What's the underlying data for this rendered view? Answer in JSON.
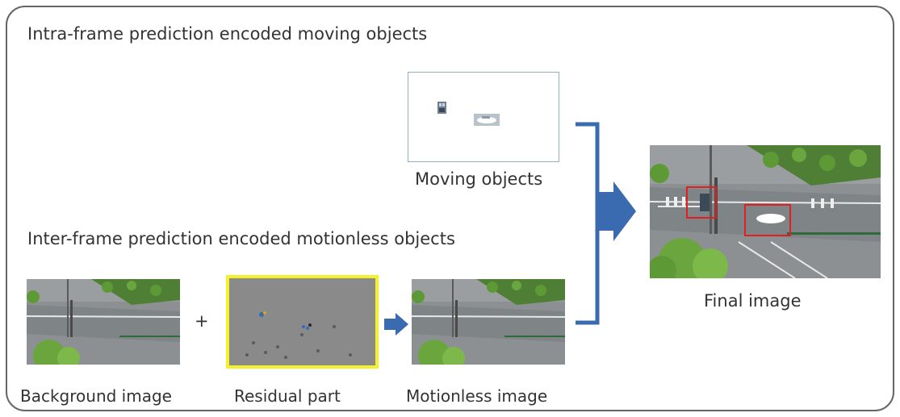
{
  "labels": {
    "intra_title": "Intra-frame prediction encoded moving objects",
    "inter_title": "Inter-frame prediction encoded motionless objects",
    "moving_objects": "Moving objects",
    "final_image": "Final image",
    "background_image": "Background image",
    "plus": "+",
    "residual_part": "Residual part",
    "motionless_image": "Motionless image"
  },
  "colors": {
    "arrow_blue": "#3a6ab0",
    "frame": "#666666",
    "residual_border": "#f4f12a",
    "detection_box": "#e02020",
    "text": "#333333"
  }
}
